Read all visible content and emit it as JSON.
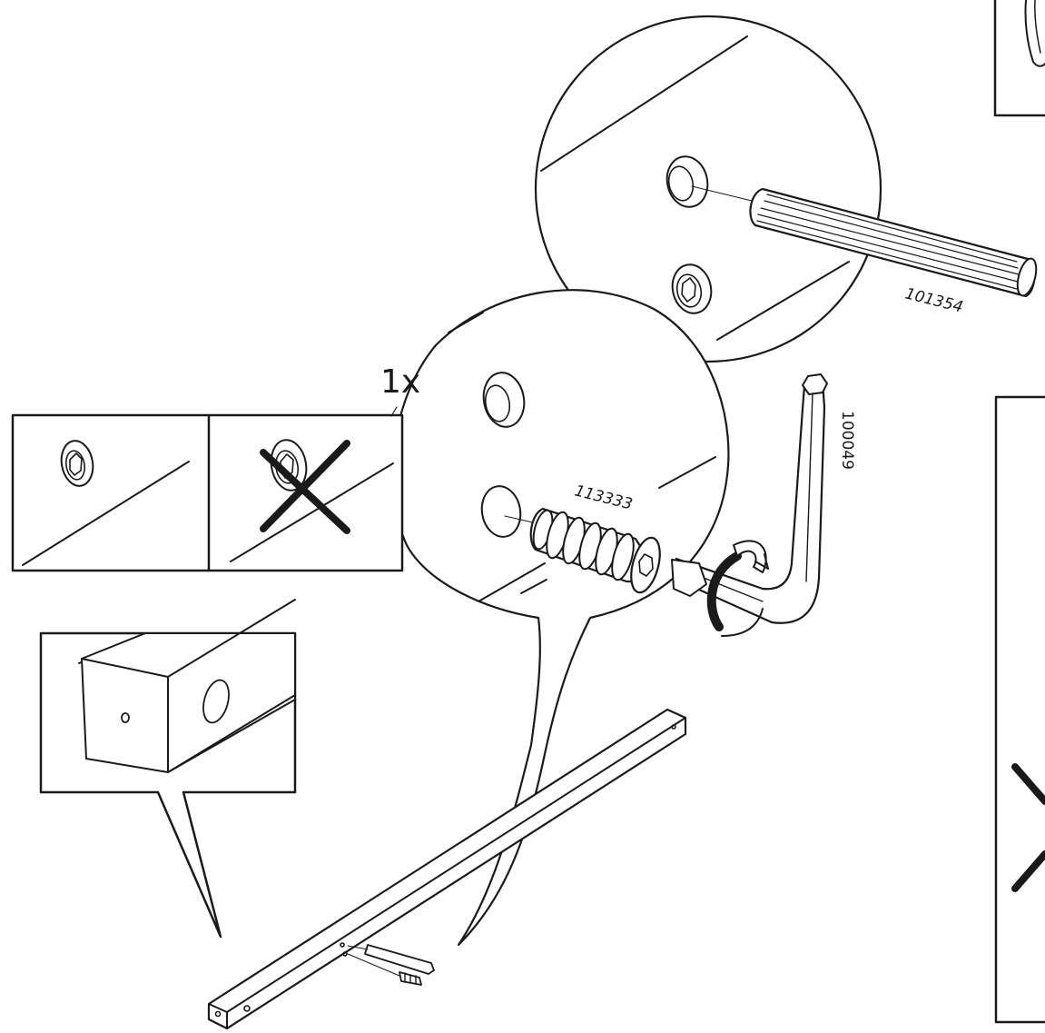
{
  "labels": {
    "quantity": "1x",
    "part_dowel": "101354",
    "part_insert": "113333",
    "part_hex_key": "100049"
  },
  "colors": {
    "ink": "#1a1a1a",
    "paper": "#ffffff"
  },
  "icons": {
    "wrong_mark": "x-mark-icon",
    "rotation": "rotate-arrow-icon"
  }
}
